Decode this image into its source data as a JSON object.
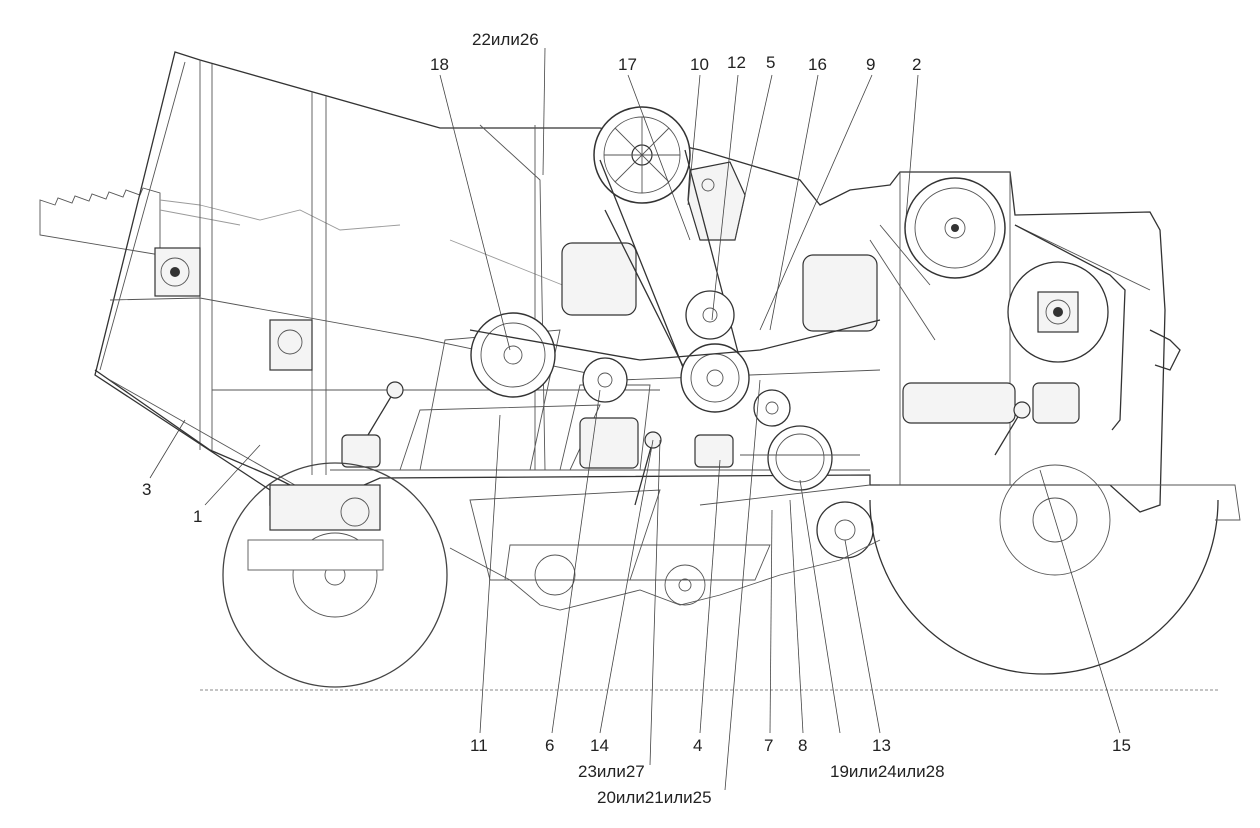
{
  "drawing": {
    "labels": [
      {
        "id": "l22",
        "text": "22или26"
      },
      {
        "id": "l18",
        "text": "18"
      },
      {
        "id": "l17",
        "text": "17"
      },
      {
        "id": "l10",
        "text": "10"
      },
      {
        "id": "l12",
        "text": "12"
      },
      {
        "id": "l5",
        "text": "5"
      },
      {
        "id": "l16",
        "text": "16"
      },
      {
        "id": "l9",
        "text": "9"
      },
      {
        "id": "l2",
        "text": "2"
      },
      {
        "id": "l3",
        "text": "3"
      },
      {
        "id": "l1",
        "text": "1"
      },
      {
        "id": "l11",
        "text": "11"
      },
      {
        "id": "l6",
        "text": "6"
      },
      {
        "id": "l14",
        "text": "14"
      },
      {
        "id": "l4",
        "text": "4"
      },
      {
        "id": "l7",
        "text": "7"
      },
      {
        "id": "l8",
        "text": "8"
      },
      {
        "id": "l13",
        "text": "13"
      },
      {
        "id": "l15",
        "text": "15"
      },
      {
        "id": "l23",
        "text": "23или27"
      },
      {
        "id": "l20",
        "text": "20или21или25"
      },
      {
        "id": "l19",
        "text": "19или24или28"
      }
    ]
  }
}
